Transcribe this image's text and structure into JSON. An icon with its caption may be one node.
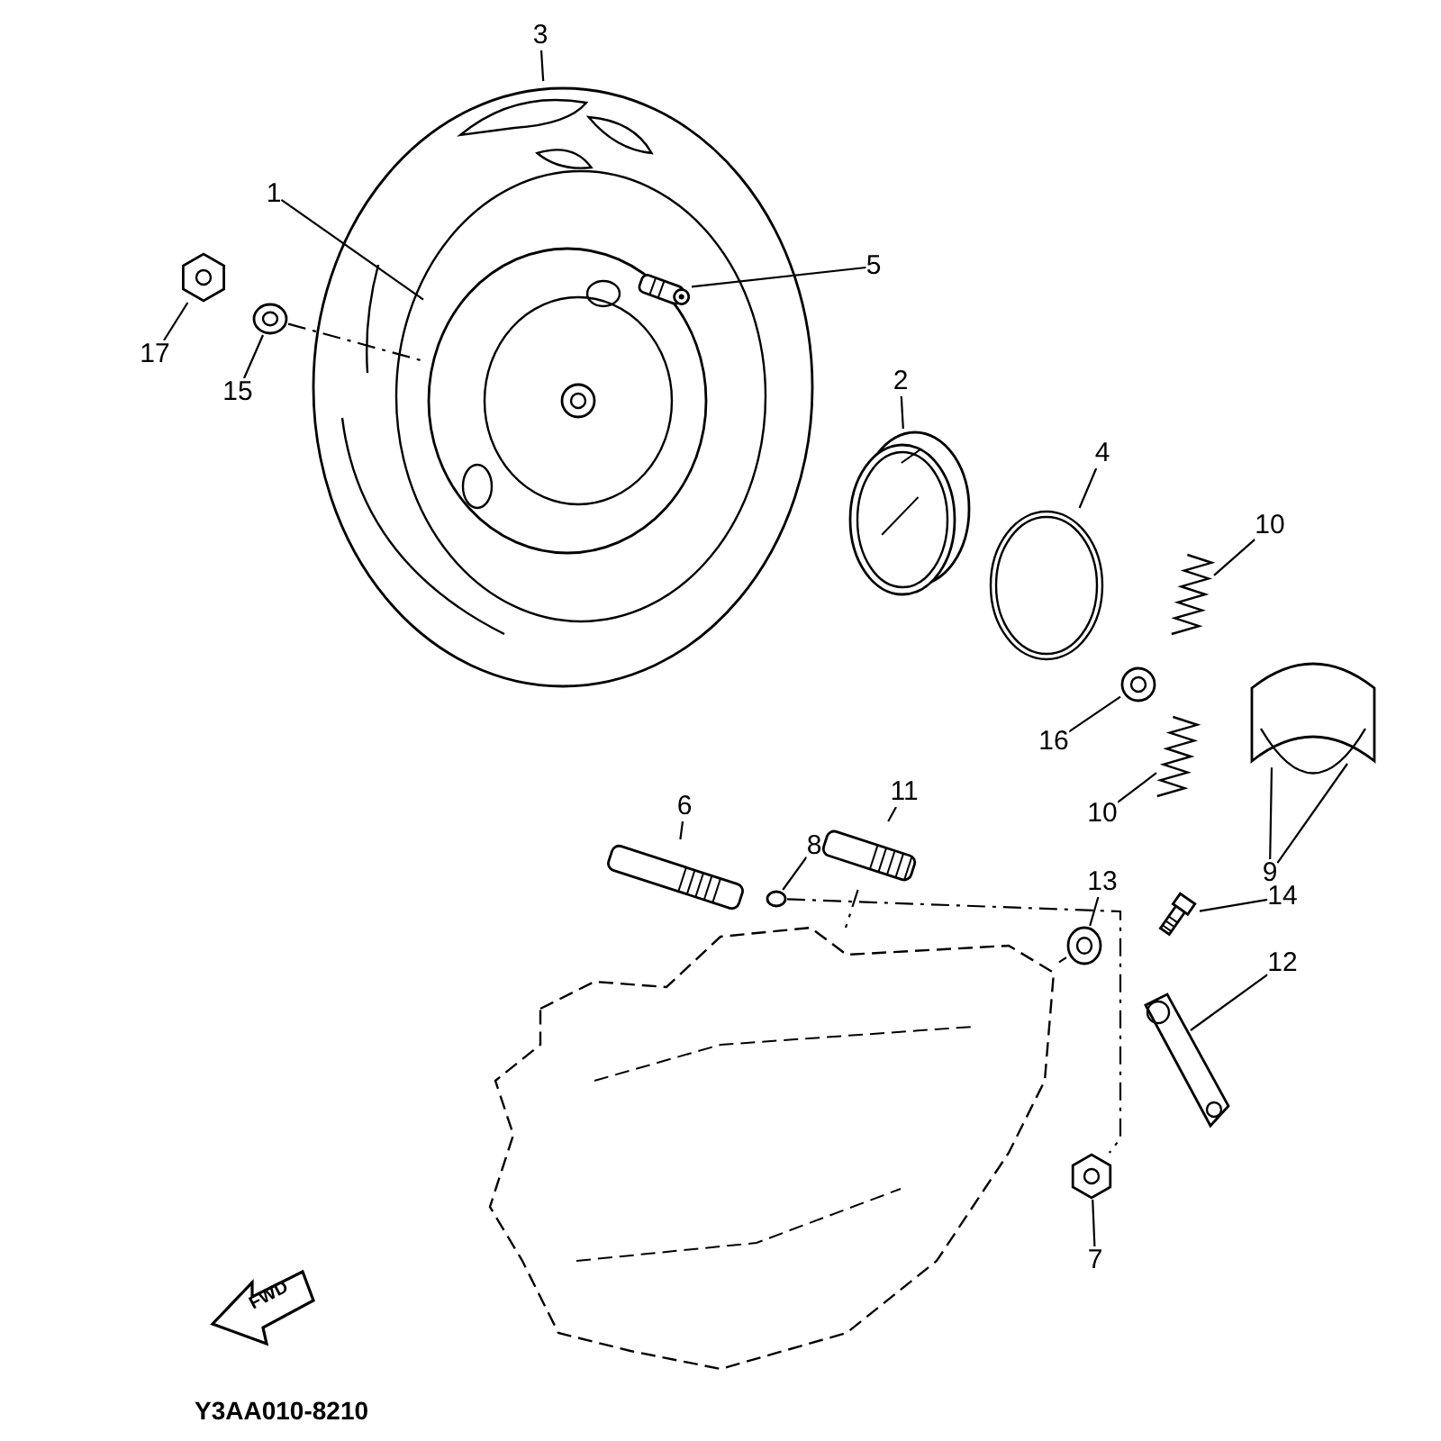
{
  "diagram": {
    "nodes": [
      {
        "text": [
          "3"
        ]
      },
      {
        "text": [
          "17"
        ]
      },
      {
        "text": [
          "1"
        ]
      },
      {
        "text": [
          "5"
        ]
      },
      {
        "text": [
          "15"
        ]
      },
      {
        "text": [
          "2"
        ]
      },
      {
        "text": [
          "4"
        ]
      },
      {
        "text": [
          "10"
        ]
      },
      {
        "text": [
          "16"
        ]
      },
      {
        "text": [
          "10"
        ]
      },
      {
        "text": [
          "9"
        ]
      },
      {
        "text": [
          "6"
        ]
      },
      {
        "text": [
          "11"
        ]
      },
      {
        "text": [
          "8"
        ]
      },
      {
        "text": [
          "13"
        ]
      },
      {
        "text": [
          "14"
        ]
      },
      {
        "text": [
          "12"
        ]
      },
      {
        "text": [
          "7"
        ]
      },
      {
        "text": [],
        "shape": "picture"
      },
      {
        "text": [],
        "shape": "picture"
      },
      {
        "text": [],
        "shape": "picture"
      },
      {
        "text": [],
        "shape": "picture",
        "in": 18
      },
      {
        "text": [],
        "shape": "picture",
        "in": 21
      },
      {
        "text": [],
        "shape": "picture"
      },
      {
        "text": [],
        "shape": "picture"
      },
      {
        "text": [],
        "shape": "picture"
      },
      {
        "text": [],
        "shape": "picture"
      },
      {
        "text": [],
        "shape": "picture"
      },
      {
        "text": [],
        "shape": "picture"
      },
      {
        "text": [],
        "shape": "picture"
      },
      {
        "text": [],
        "shape": "picture"
      },
      {
        "text": [],
        "shape": "circle"
      },
      {
        "text": [],
        "shape": "picture"
      },
      {
        "text": [],
        "shape": "picture"
      },
      {
        "text": [],
        "shape": "picture"
      },
      {
        "text": [],
        "shape": "picture"
      },
      {
        "text": [],
        "shape": "picture"
      }
    ],
    "edges": [
      {
        "from": 0,
        "to": 18,
        "arrow": "none"
      },
      {
        "from": 1,
        "to": 19,
        "arrow": "none"
      },
      {
        "from": 2,
        "to": 21,
        "arrow": "none"
      },
      {
        "from": 3,
        "to": 22,
        "arrow": "none"
      },
      {
        "from": 4,
        "to": 20,
        "arrow": "none"
      },
      {
        "from": 5,
        "to": 23,
        "arrow": "none"
      },
      {
        "from": 6,
        "to": 24,
        "arrow": "none"
      },
      {
        "from": 7,
        "to": 25,
        "arrow": "none"
      },
      {
        "from": 8,
        "to": 26,
        "arrow": "none"
      },
      {
        "from": 9,
        "to": 27,
        "arrow": "none"
      },
      {
        "from": 10,
        "to": 28,
        "arrow": "none"
      },
      {
        "from": 10,
        "to": 28,
        "arrow": "none"
      },
      {
        "from": 11,
        "to": 29,
        "arrow": "none"
      },
      {
        "from": 12,
        "to": 30,
        "arrow": "none"
      },
      {
        "from": 13,
        "to": 31,
        "arrow": "none"
      },
      {
        "from": 14,
        "to": 32,
        "arrow": "none"
      },
      {
        "from": 15,
        "to": 33,
        "arrow": "none"
      },
      {
        "from": 16,
        "to": 34,
        "arrow": "none"
      },
      {
        "from": 17,
        "to": 35,
        "arrow": "none"
      },
      {
        "from": 20,
        "to": 21,
        "arrow": "none",
        "style": "dashed"
      },
      {
        "from": 31,
        "to": 35,
        "arrow": "none",
        "style": "dashed"
      },
      {
        "from": 30,
        "to": 36,
        "arrow": "none",
        "style": "dashed"
      },
      {
        "from": 32,
        "to": 36,
        "arrow": "none",
        "style": "dashed"
      }
    ],
    "labels": [
      "FWD",
      "Y3AA010-8210"
    ]
  }
}
